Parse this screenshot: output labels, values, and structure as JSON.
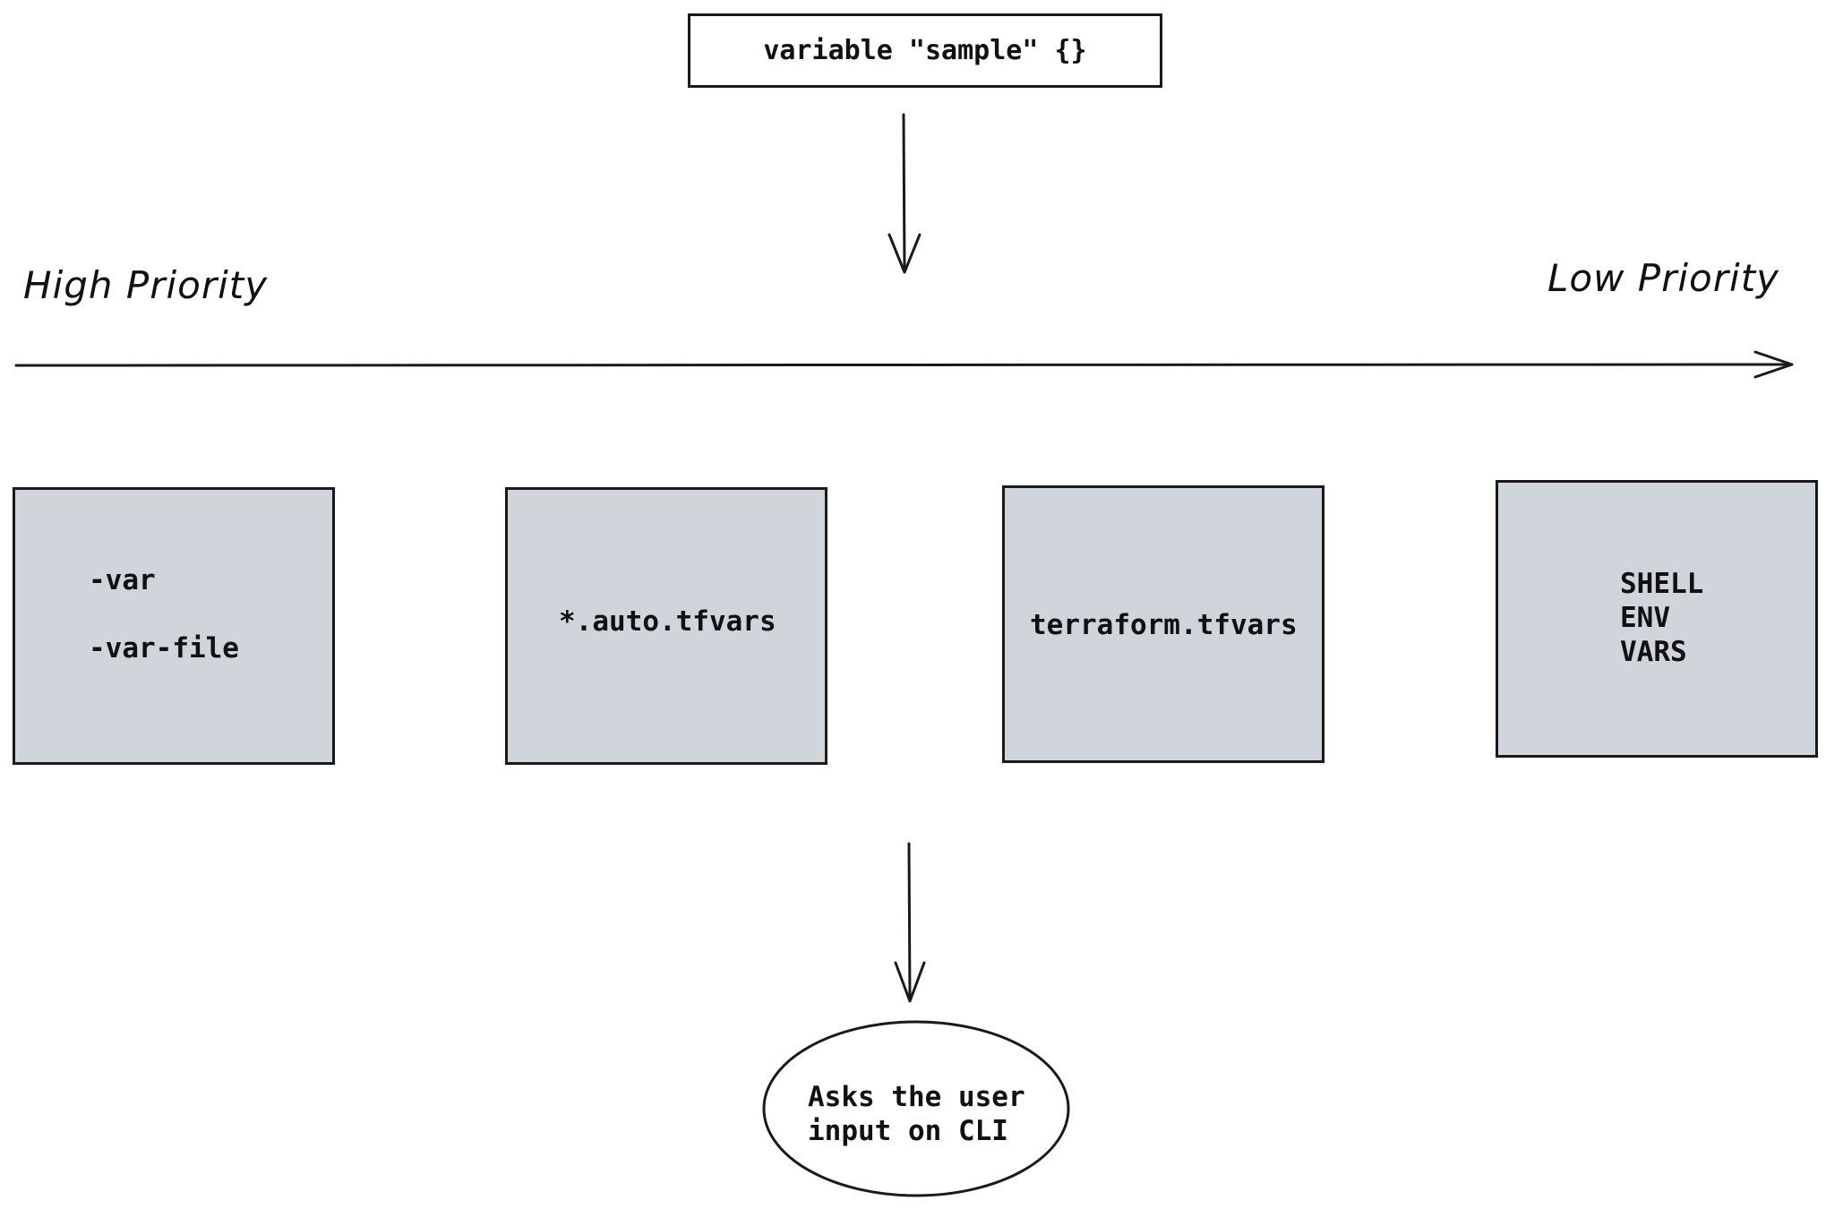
{
  "diagram": {
    "variable_block": "variable \"sample\" {}",
    "high_label": "High Priority",
    "low_label": "Low Priority",
    "sources": [
      {
        "lines": [
          "-var",
          "-var-file"
        ]
      },
      {
        "lines": [
          "*.auto.tfvars"
        ]
      },
      {
        "lines": [
          "terraform.tfvars"
        ]
      },
      {
        "lines": [
          "SHELL",
          "ENV",
          "VARS"
        ]
      }
    ],
    "fallback": {
      "lines": [
        "Asks the user",
        "input on CLI"
      ]
    }
  },
  "colors": {
    "box_fill": "#d0d4db",
    "stroke": "#1a1a1a",
    "background": "#ffffff"
  }
}
